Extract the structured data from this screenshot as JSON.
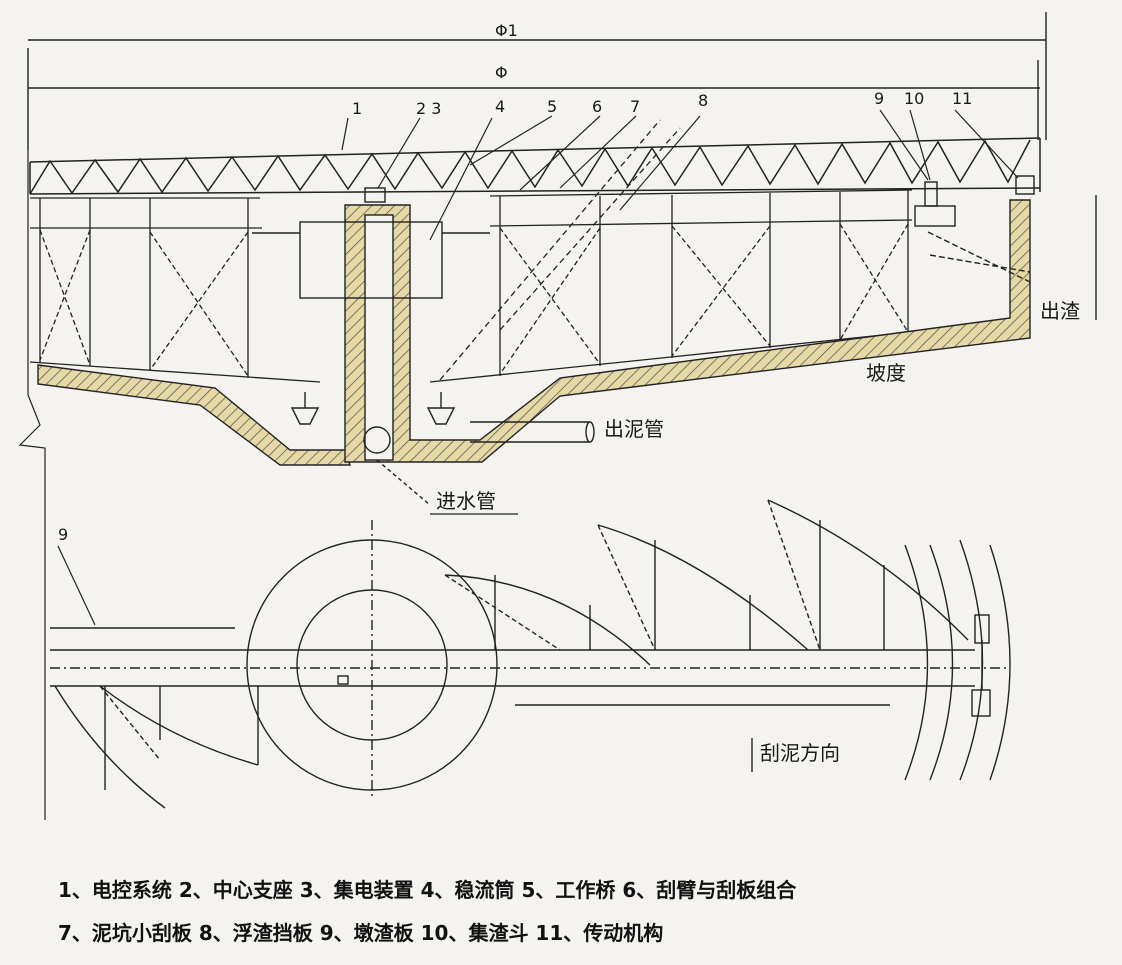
{
  "dimensions": {
    "overall": "Φ1",
    "inner": "Φ"
  },
  "part_numbers": [
    "1",
    "2 3",
    "4",
    "5",
    "6",
    "7",
    "8",
    "9",
    "10",
    "11"
  ],
  "callouts": {
    "slag_outlet": "出渣",
    "slope": "坡度",
    "sludge_pipe": "出泥管",
    "inlet_pipe": "进水管",
    "plan_part": "9",
    "scrape_direction": "刮泥方向"
  },
  "legend": {
    "line1": "1、电控系统 2、中心支座 3、集电装置 4、稳流筒 5、工作桥 6、刮臂与刮板组合",
    "line2": "7、泥坑小刮板 8、浮渣挡板 9、墩渣板 10、集渣斗 11、传动机构"
  }
}
